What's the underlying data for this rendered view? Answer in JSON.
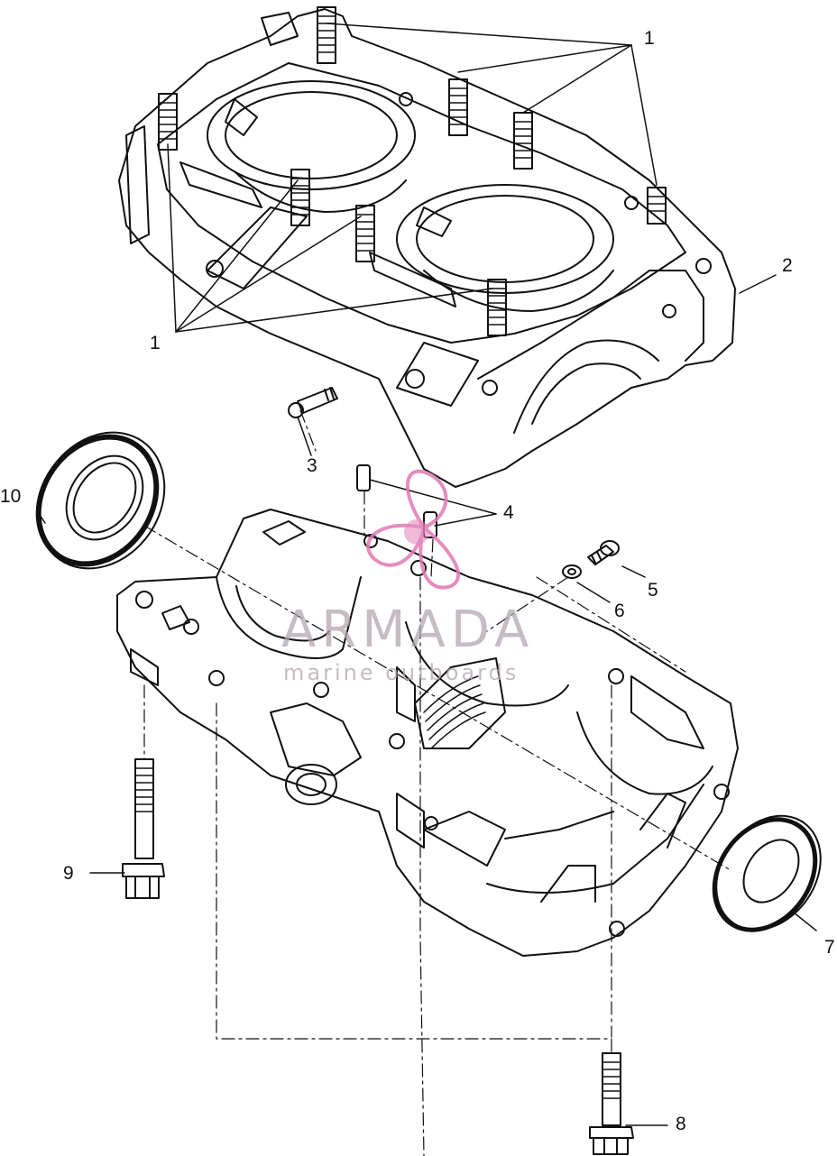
{
  "callouts": [
    "1",
    "1",
    "2",
    "3",
    "4",
    "5",
    "6",
    "7",
    "8",
    "9",
    "10"
  ],
  "watermark": {
    "brand": "ARMADA",
    "tagline": "marine outboards"
  },
  "colors": {
    "ink": "#111111",
    "paper": "#ffffff",
    "watermark_text": "#b3a6b0",
    "watermark_logo": "#e07bb5"
  }
}
